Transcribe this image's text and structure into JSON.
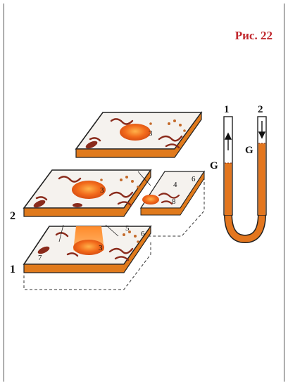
{
  "figure": {
    "title": "Рис. 22",
    "layer_labels": [
      "1",
      "2"
    ],
    "tube_labels": [
      "1",
      "2"
    ],
    "gradient_label": "G",
    "organelle_numbers": [
      "3",
      "4",
      "5",
      "6",
      "7",
      "8"
    ]
  },
  "colors": {
    "title": "#c0272d",
    "cytoplasm": "#f4f1ec",
    "plate_edge": "#e07a1c",
    "nucleus": "#f26a1b",
    "organelle": "#8a2b1c",
    "fluid": "#e3761e"
  }
}
